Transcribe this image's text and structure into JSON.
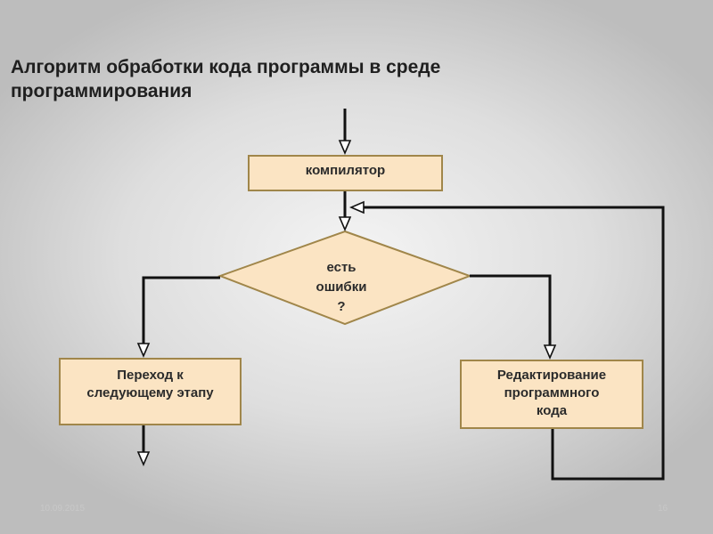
{
  "slide": {
    "title": "Алгоритм обработки кода программы в среде\nпрограммирования",
    "footer_date": "10.09.2015",
    "footer_page": "16"
  },
  "flowchart": {
    "compiler_label": "компилятор",
    "decision_label": "есть\nошибки\n         ?",
    "next_stage_label": "Переход к\nследующему этапу",
    "edit_code_label": "Редактирование\nпрограммного\nкода"
  },
  "colors": {
    "box_fill": "#fbe4c3",
    "box_border": "#a0864a",
    "line": "#111111"
  }
}
